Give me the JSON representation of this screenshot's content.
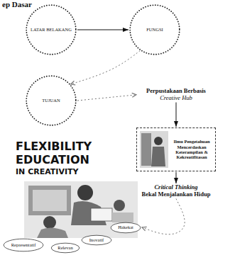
{
  "diagram": {
    "title": "ep Dasar",
    "nodes": [
      {
        "text": [
          "LATAR BELAKANG"
        ]
      },
      {
        "text": [
          "FUNGSI"
        ]
      },
      {
        "text": [
          "TUJUAN"
        ]
      },
      {
        "text": [
          "Perpustakaan Berbasis",
          "Creative Hub"
        ]
      },
      {
        "text": [
          "Ilmu Pengetahuan Mencerdaskan Keterampilan & Kekreatifitasan"
        ]
      },
      {
        "text": [
          "Critical Thinking",
          "Bekal Menjalankan Hidup"
        ]
      },
      {
        "text": [
          "Representatif"
        ]
      },
      {
        "text": [
          "Relevan"
        ]
      },
      {
        "text": [
          "Inovatif"
        ]
      },
      {
        "text": [
          "Hakekat"
        ]
      }
    ],
    "edges": [
      {
        "from": 0,
        "to": 1,
        "arrow": "to"
      },
      {
        "from": 1,
        "to": 2,
        "arrow": "to"
      },
      {
        "from": 2,
        "to": 3,
        "arrow": "to"
      },
      {
        "from": 3,
        "to": 4,
        "arrow": "to"
      },
      {
        "from": 4,
        "to": 5,
        "arrow": "to"
      },
      {
        "from": 5,
        "to": 9,
        "arrow": "to"
      }
    ],
    "labels": [
      "FLEXIBILITY",
      "EDUCATION",
      "IN CREATIVITY"
    ]
  }
}
